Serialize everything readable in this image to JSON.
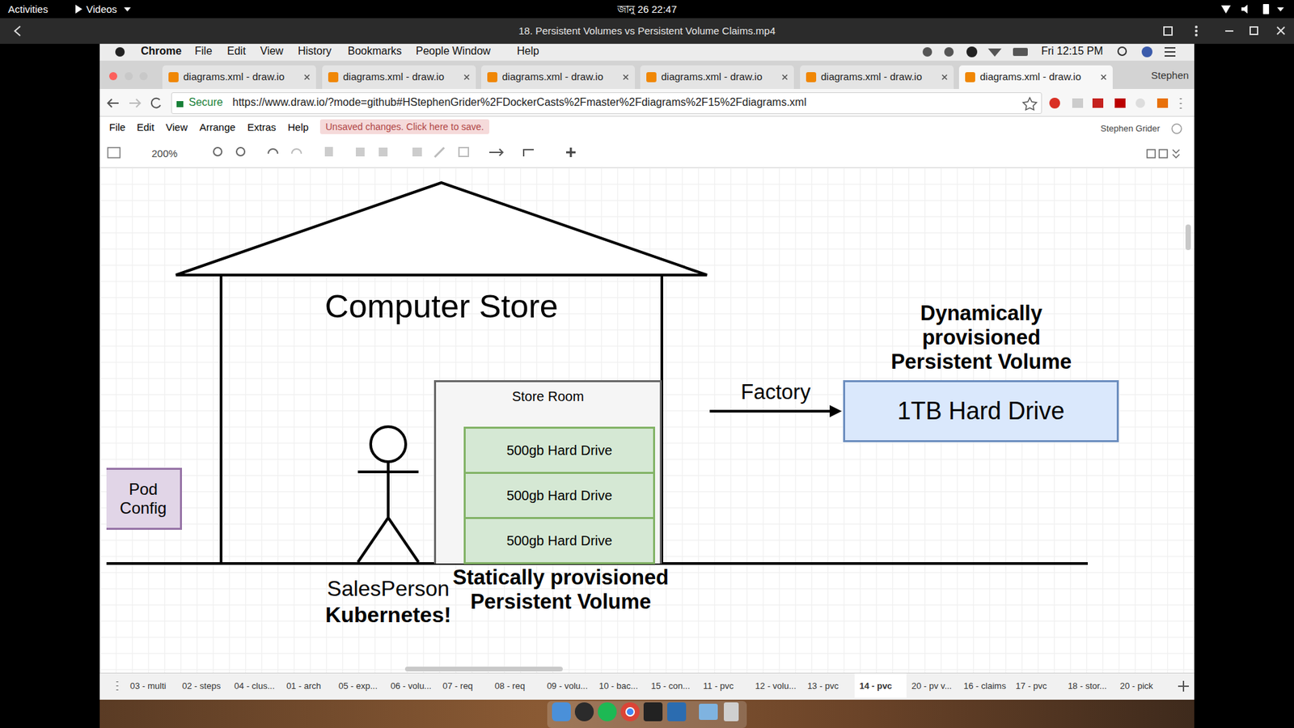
{
  "diagram": {
    "nodes": [
      {
        "text": [
          "Computer Store"
        ]
      },
      {
        "text": [
          "Store Room"
        ],
        "in": 0
      },
      {
        "text": [
          "500gb Hard Drive"
        ],
        "in": 1
      },
      {
        "text": [
          "500gb Hard Drive"
        ],
        "in": 1
      },
      {
        "text": [
          "500gb Hard Drive"
        ],
        "in": 1
      },
      {
        "text": [
          "1TB Hard Drive"
        ]
      },
      {
        "text": [
          "Pod Config"
        ]
      }
    ],
    "edges": [
      {
        "from": 0,
        "to": 5,
        "label": "Factory",
        "arrow": "to"
      }
    ],
    "labels": [
      "Activities",
      "Videos",
      "জানু 26 22:47",
      "18. Persistent Volumes vs Persistent Volume Claims.mp4",
      "Chrome",
      "File",
      "Edit",
      "View",
      "History",
      "Bookmarks",
      "People",
      "Window",
      "Help",
      "Fri 12:15 PM",
      "diagrams.xml - draw.io",
      "diagrams.xml - draw.io",
      "diagrams.xml - draw.io",
      "diagrams.xml - draw.io",
      "diagrams.xml - draw.io",
      "diagrams.xml - draw.io",
      "Stephen",
      "Secure",
      "https://www.draw.io/?mode=github#HStephenGrider%2FDockerCasts%2Fmaster%2Fdiagrams%2F15%2Fdiagrams.xml",
      "File",
      "Edit",
      "View",
      "Arrange",
      "Extras",
      "Help",
      "Unsaved changes. Click here to save.",
      "Stephen Grider",
      "200%",
      "SalesPerson",
      "Kubernetes!",
      "Statically provisioned Persistent Volume",
      "Dynamically provisioned Persistent Volume",
      "03 - multi",
      "02 - steps",
      "04 - clus...",
      "01 - arch",
      "05 - exp...",
      "06 - volu...",
      "07 - req",
      "08 - req",
      "09 - volu...",
      "10 - bac...",
      "15 - con...",
      "11 - pvc",
      "12 - volu...",
      "13 - pvc",
      "14 - pvc",
      "20 - pv v...",
      "16 - claims",
      "17 - pvc",
      "18 - stor...",
      "20 - pick"
    ]
  }
}
